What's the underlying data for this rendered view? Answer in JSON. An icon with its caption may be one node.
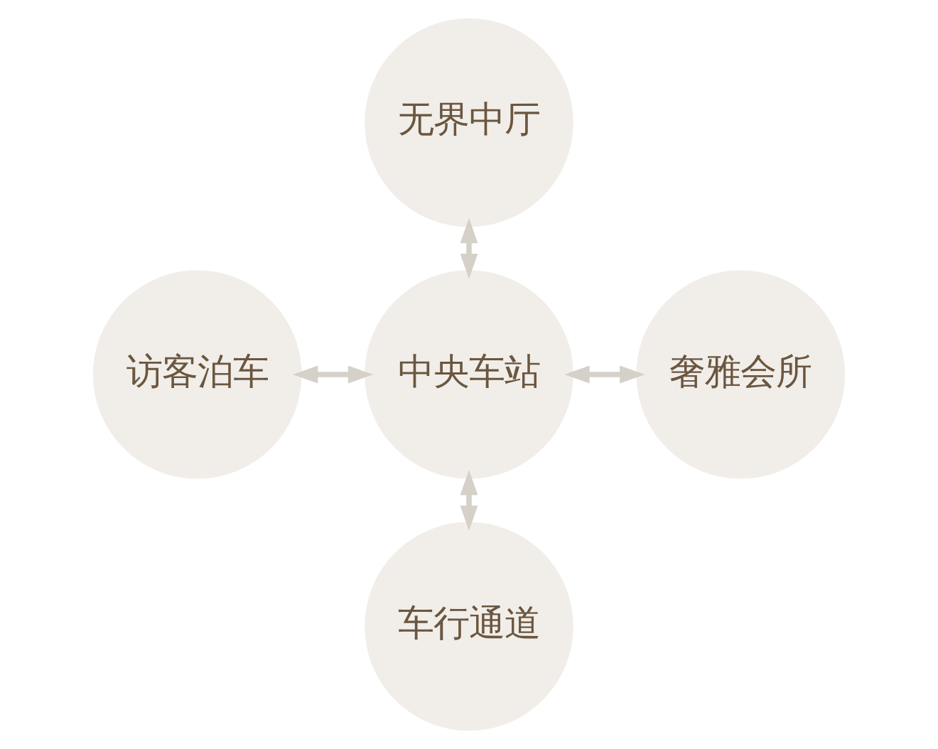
{
  "diagram": {
    "nodes": [
      {
        "text": [
          "无界中厅"
        ]
      },
      {
        "text": [
          "访客泊车"
        ]
      },
      {
        "text": [
          "中央车站"
        ]
      },
      {
        "text": [
          "奢雅会所"
        ]
      },
      {
        "text": [
          "车行通道"
        ]
      }
    ],
    "edges": [
      {
        "from": 0,
        "to": 2,
        "arrow": "both"
      },
      {
        "from": 1,
        "to": 2,
        "arrow": "both"
      },
      {
        "from": 2,
        "to": 3,
        "arrow": "both"
      },
      {
        "from": 2,
        "to": 4,
        "arrow": "both"
      }
    ]
  }
}
